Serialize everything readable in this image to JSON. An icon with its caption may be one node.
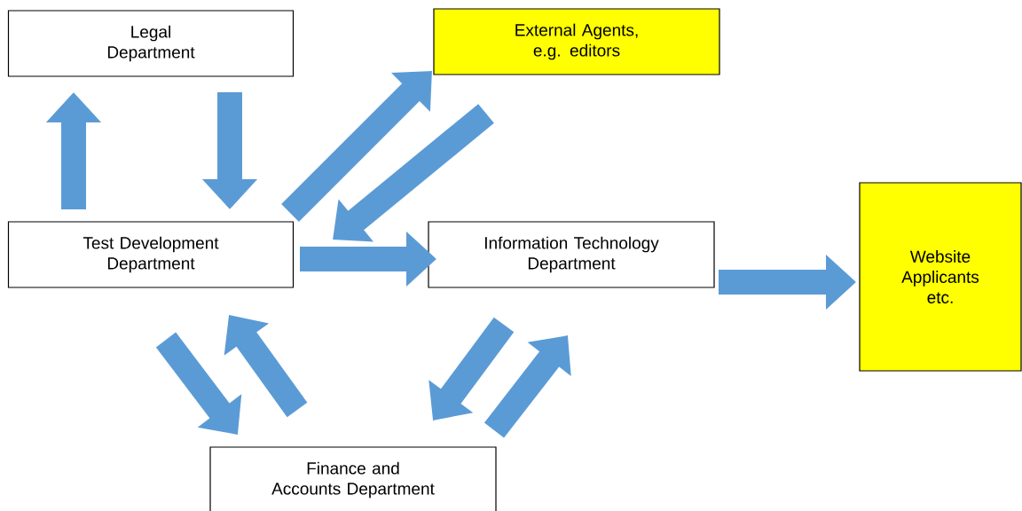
{
  "diagram": {
    "nodes": [
      {
        "text": [
          "Legal Department"
        ]
      },
      {
        "text": [
          "External Agents, e.g. editors"
        ]
      },
      {
        "text": [
          "Test Development Department"
        ]
      },
      {
        "text": [
          "Information Technology Department"
        ]
      },
      {
        "text": [
          "Website Applicants etc."
        ]
      },
      {
        "text": [
          "Finance and Accounts Department"
        ]
      }
    ],
    "edges": [
      {
        "from": 2,
        "to": 0,
        "arrow": "to"
      },
      {
        "from": 0,
        "to": 2,
        "arrow": "to"
      },
      {
        "from": 2,
        "to": 1,
        "arrow": "to"
      },
      {
        "from": 1,
        "to": 2,
        "arrow": "to"
      },
      {
        "from": 2,
        "to": 3,
        "arrow": "to"
      },
      {
        "from": 3,
        "to": 4,
        "arrow": "to"
      },
      {
        "from": 2,
        "to": 5,
        "arrow": "to"
      },
      {
        "from": 5,
        "to": 2,
        "arrow": "to"
      },
      {
        "from": 3,
        "to": 5,
        "arrow": "to"
      },
      {
        "from": 5,
        "to": 3,
        "arrow": "to"
      }
    ]
  }
}
